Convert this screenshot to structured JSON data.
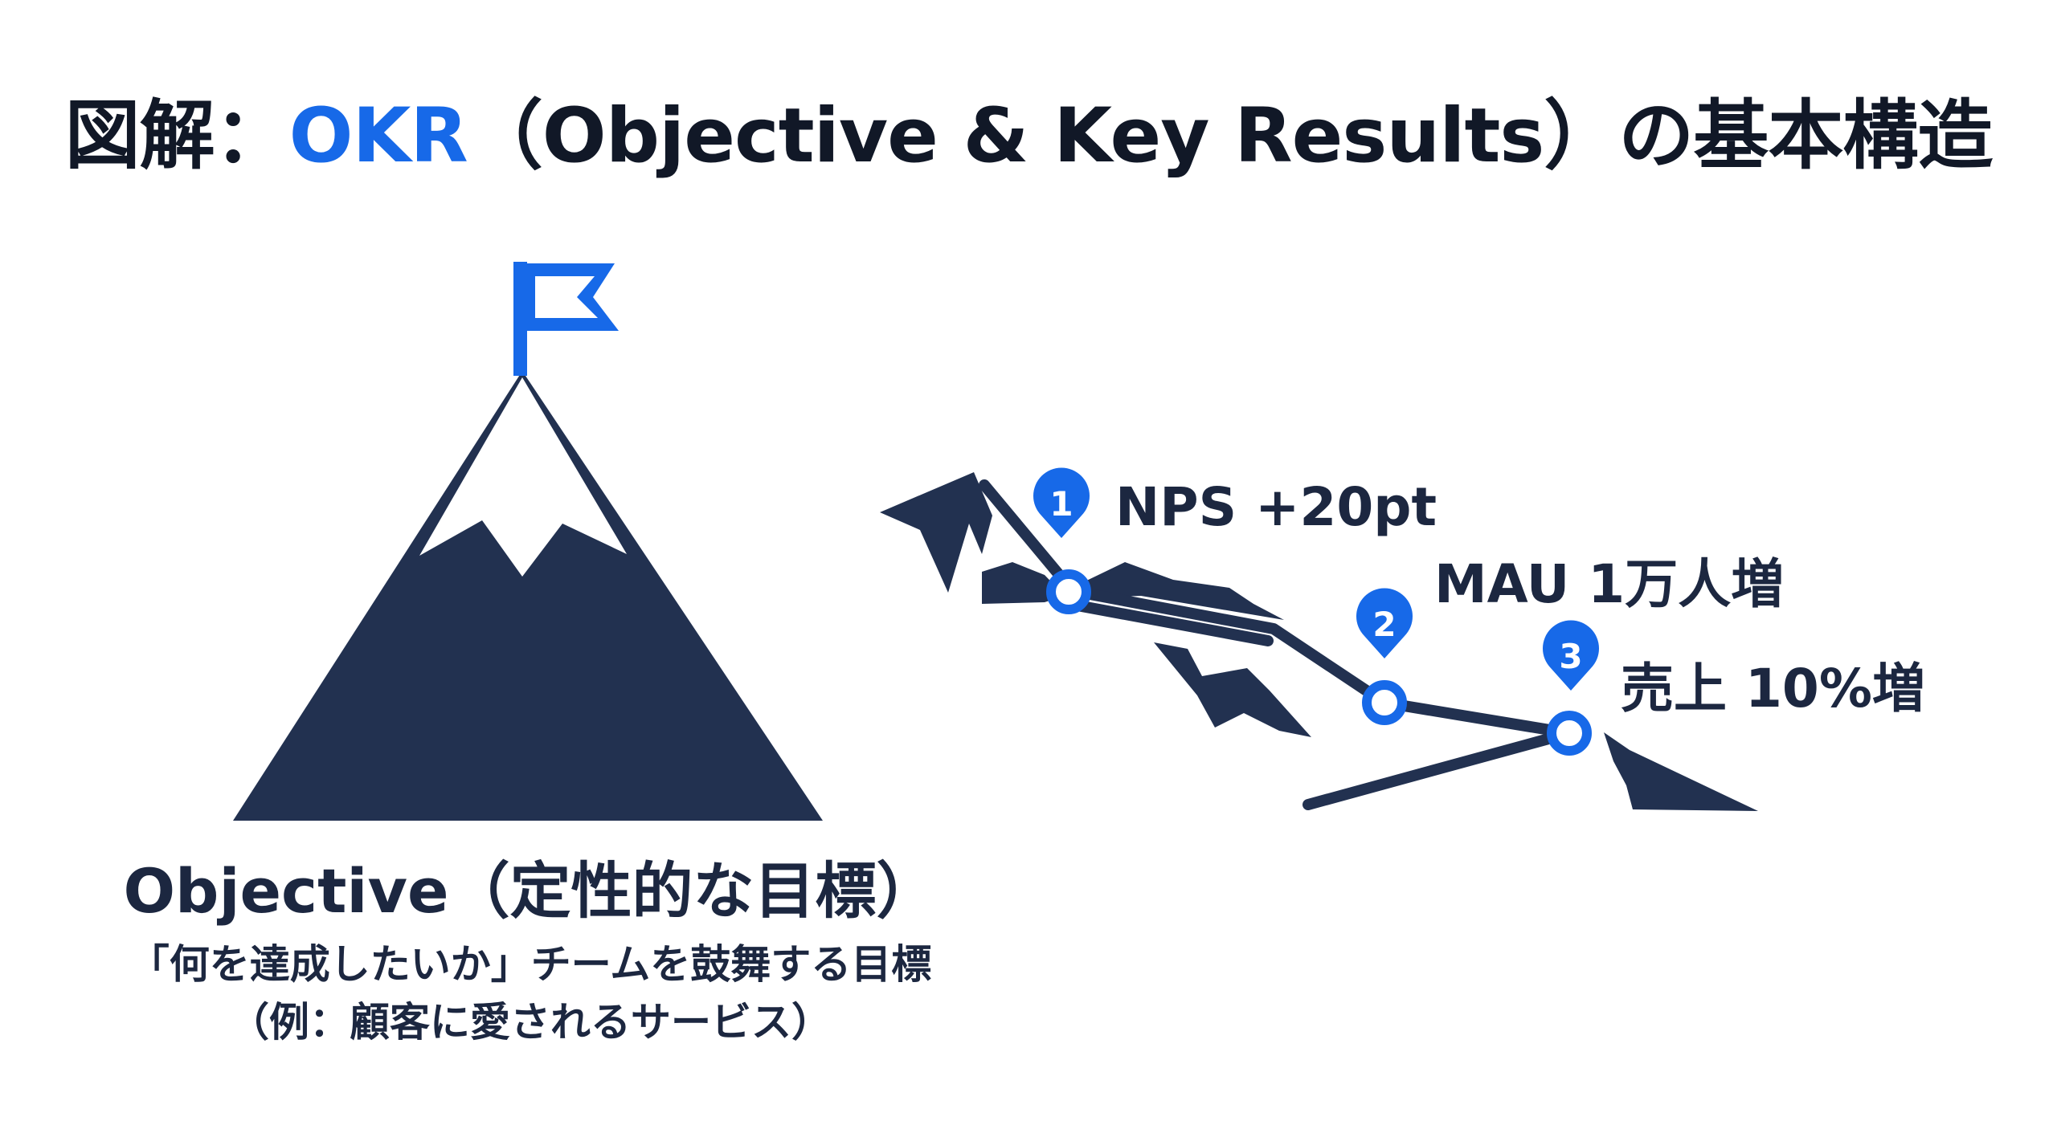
{
  "title": {
    "prefix": "図解：",
    "accent": "OKR",
    "suffix": "（Objective & Key Results）の基本構造"
  },
  "objective": {
    "title": "Objective（定性的な目標）",
    "line1": "「何を達成したいか」チームを鼓舞する目標",
    "line2": "（例：顧客に愛されるサービス）"
  },
  "key_results": [
    {
      "number": "1",
      "label": "NPS +20pt"
    },
    {
      "number": "2",
      "label": "MAU 1万人増"
    },
    {
      "number": "3",
      "label": "売上 10%増"
    }
  ],
  "colors": {
    "accent": "#1769e8",
    "navy": "#223150",
    "text": "#111827",
    "background": "#ffffff"
  },
  "icons": {
    "summit": "mountain-icon",
    "goal": "flag-icon",
    "milestone": "map-pin-icon"
  }
}
